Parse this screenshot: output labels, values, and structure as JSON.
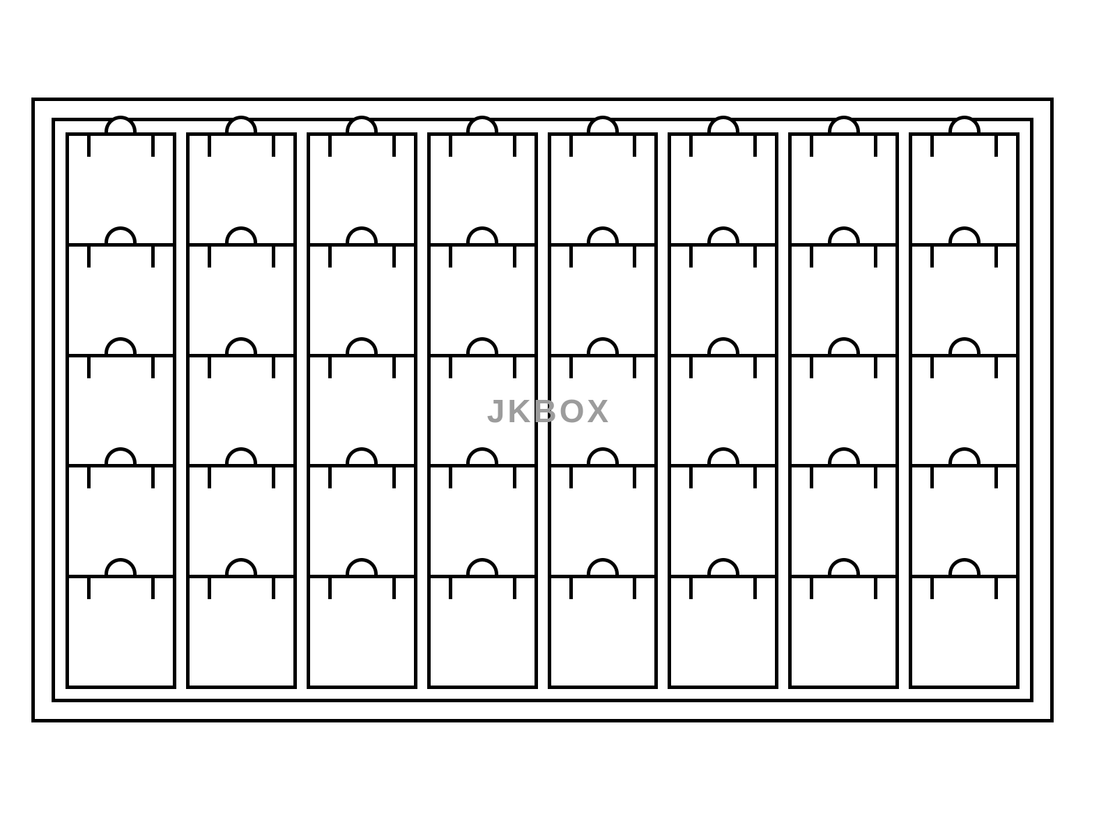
{
  "diagram": {
    "kind": "compartment-tray-line-drawing",
    "watermark": "JKBOX",
    "columns": 8,
    "rows": 5,
    "cells_total": 40,
    "line_color": "#000000",
    "background_color": "#ffffff",
    "watermark_color": "#9c9c9c"
  }
}
